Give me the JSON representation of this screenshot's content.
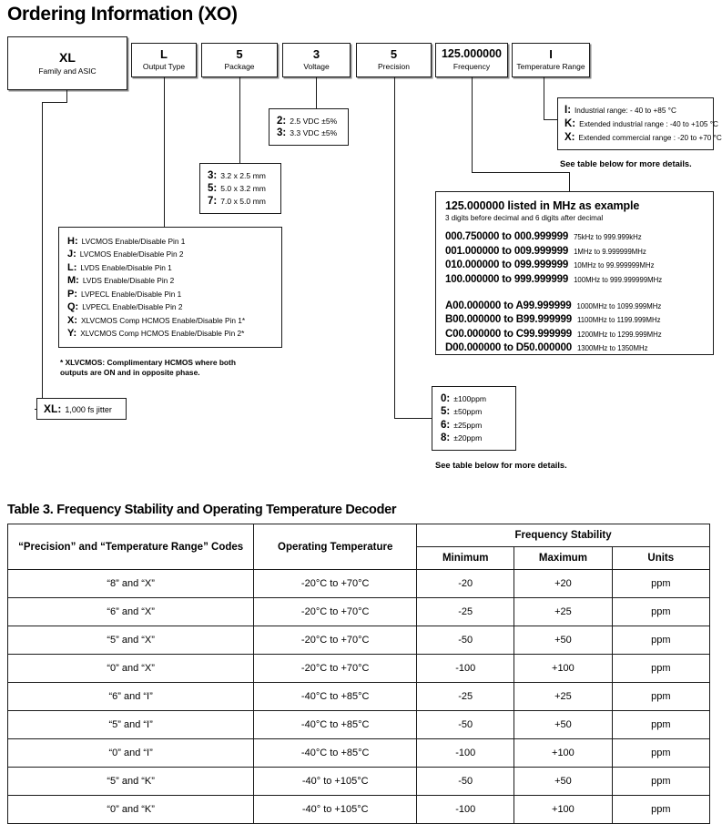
{
  "ordering": {
    "title": "Ordering Information (XO)",
    "code_boxes": [
      {
        "name": "family",
        "value": "XL",
        "label": "Family and ASIC"
      },
      {
        "name": "output",
        "value": "L",
        "label": "Output Type"
      },
      {
        "name": "package",
        "value": "5",
        "label": "Package"
      },
      {
        "name": "voltage",
        "value": "3",
        "label": "Voltage"
      },
      {
        "name": "precision",
        "value": "5",
        "label": "Precision"
      },
      {
        "name": "frequency",
        "value": "125.000000",
        "label": "Frequency"
      },
      {
        "name": "temperature",
        "value": "I",
        "label": "Temperature Range"
      }
    ],
    "voltage_options": [
      {
        "key": "2:",
        "desc": "2.5 VDC ±5%"
      },
      {
        "key": "3:",
        "desc": "3.3 VDC ±5%"
      }
    ],
    "package_options": [
      {
        "key": "3:",
        "desc": "3.2 x 2.5 mm"
      },
      {
        "key": "5:",
        "desc": "5.0 x 3.2 mm"
      },
      {
        "key": "7:",
        "desc": "7.0 x 5.0 mm"
      }
    ],
    "output_options": [
      {
        "key": "H:",
        "desc": "LVCMOS Enable/Disable Pin 1"
      },
      {
        "key": "J:",
        "desc": "LVCMOS Enable/Disable Pin 2"
      },
      {
        "key": "L:",
        "desc": "LVDS Enable/Disable Pin 1"
      },
      {
        "key": "M:",
        "desc": "LVDS Enable/Disable Pin 2"
      },
      {
        "key": "P:",
        "desc": "LVPECL Enable/Disable Pin 1"
      },
      {
        "key": "Q:",
        "desc": "LVPECL Enable/Disable Pin 2"
      },
      {
        "key": "X:",
        "desc": "XLVCMOS Comp HCMOS Enable/Disable Pin 1*"
      },
      {
        "key": "Y:",
        "desc": "XLVCMOS Comp HCMOS Enable/Disable Pin 2*"
      }
    ],
    "output_footnote": "* XLVCMOS: Complimentary HCMOS where both\noutputs are ON and in opposite phase.",
    "jitter": {
      "key": "XL:",
      "desc": "1,000 fs jitter"
    },
    "temperature_options": [
      {
        "key": "I:",
        "desc": "Industrial range: - 40 to +85 °C"
      },
      {
        "key": "K:",
        "desc": "Extended industrial range : -40 to +105 °C"
      },
      {
        "key": "X:",
        "desc": "Extended commercial range : -20 to +70 °C"
      }
    ],
    "temperature_see_note": "See table below for more details.",
    "precision_options": [
      {
        "key": "0:",
        "desc": "±100ppm"
      },
      {
        "key": "5:",
        "desc": "±50ppm"
      },
      {
        "key": "6:",
        "desc": "±25ppm"
      },
      {
        "key": "8:",
        "desc": "±20ppm"
      }
    ],
    "precision_see_note": "See table below for more details.",
    "frequency_callout": {
      "heading": "125.000000  listed in MHz as example",
      "subheading": "3 digits before decimal and   6 digits after decimal",
      "ranges_group_1": [
        {
          "range": "000.750000  to 000.999999",
          "note": "75kHz to 999.999kHz"
        },
        {
          "range": "001.000000  to 009.999999",
          "note": "1MHz to 9.999999MHz"
        },
        {
          "range": "010.000000  to 099.999999",
          "note": "10MHz to 99.999999MHz"
        },
        {
          "range": "100.000000  to 999.999999",
          "note": "100MHz to 999.999999MHz"
        }
      ],
      "ranges_group_2": [
        {
          "range": "A00.000000  to A99.999999",
          "note": "1000MHz to 1099.999MHz"
        },
        {
          "range": "B00.000000  to B99.999999",
          "note": "1100MHz to 1199.999MHz"
        },
        {
          "range": "C00.000000  to C99.999999",
          "note": "1200MHz to 1299.999MHz"
        },
        {
          "range": "D00.000000  to D50.000000",
          "note": "1300MHz to 1350MHz"
        }
      ]
    }
  },
  "decoder_table": {
    "title": "Table 3.  Frequency Stability and Operating Temperature Decoder",
    "group_header": "Frequency Stability",
    "headers": {
      "codes": "“Precision” and “Temperature Range” Codes",
      "operating_temperature": "Operating Temperature",
      "minimum": "Minimum",
      "maximum": "Maximum",
      "units": "Units"
    },
    "rows": [
      {
        "codes": "“8” and “X”",
        "op_temp": "-20°C to +70°C",
        "min": "-20",
        "max": "+20",
        "units": "ppm"
      },
      {
        "codes": "“6” and “X”",
        "op_temp": "-20°C to +70°C",
        "min": "-25",
        "max": "+25",
        "units": "ppm"
      },
      {
        "codes": "“5” and “X”",
        "op_temp": "-20°C to +70°C",
        "min": "-50",
        "max": "+50",
        "units": "ppm"
      },
      {
        "codes": "“0” and “X”",
        "op_temp": "-20°C to +70°C",
        "min": "-100",
        "max": "+100",
        "units": "ppm"
      },
      {
        "codes": "“6” and “I”",
        "op_temp": "-40°C to +85°C",
        "min": "-25",
        "max": "+25",
        "units": "ppm"
      },
      {
        "codes": "“5” and “I”",
        "op_temp": "-40°C to +85°C",
        "min": "-50",
        "max": "+50",
        "units": "ppm"
      },
      {
        "codes": "“0” and “I”",
        "op_temp": "-40°C to +85°C",
        "min": "-100",
        "max": "+100",
        "units": "ppm"
      },
      {
        "codes": "“5” and “K”",
        "op_temp": "-40° to +105°C",
        "min": "-50",
        "max": "+50",
        "units": "ppm"
      },
      {
        "codes": "“0” and “K”",
        "op_temp": "-40° to +105°C",
        "min": "-100",
        "max": "+100",
        "units": "ppm"
      }
    ]
  },
  "colors": {
    "ink": "#1a1a1a",
    "shadow": "#8a8a8a",
    "page": "#ffffff"
  }
}
